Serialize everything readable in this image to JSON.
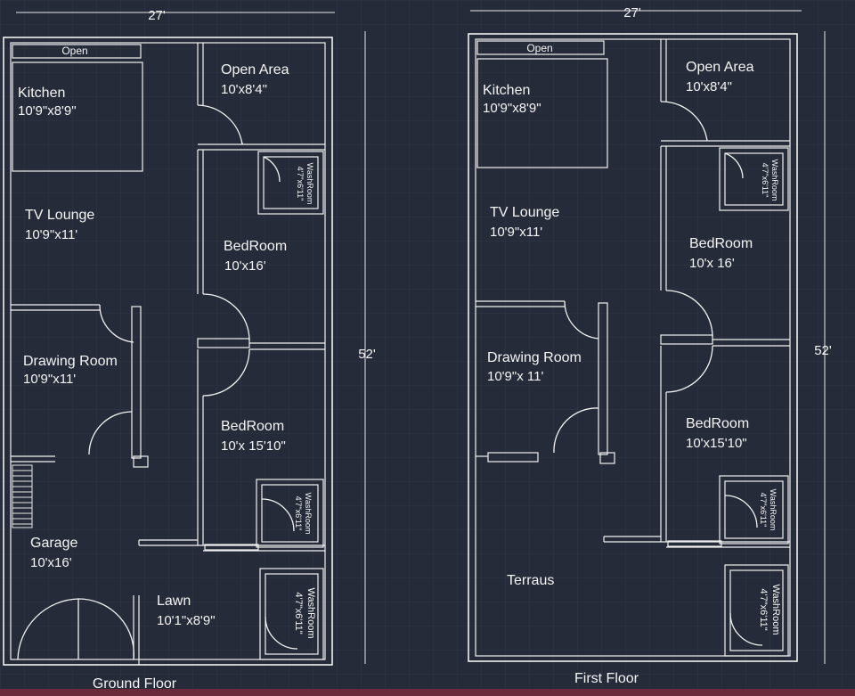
{
  "colors": {
    "background": "#252b38",
    "grid": "#2e3544",
    "lines": "#f2f2f2",
    "text": "#f4f4f4",
    "bottom_edge": "#6a2a3a"
  },
  "ground_floor": {
    "title": "Ground Floor",
    "width_dim": "27'",
    "height_dim": "52'",
    "open_label": "Open",
    "kitchen": {
      "name": "Kitchen",
      "size": "10'9\"x8'9\""
    },
    "open_area": {
      "name": "Open Area",
      "size": "10'x8'4\""
    },
    "washroom_top": {
      "name": "WashRoom",
      "size": "4'7\"x6'11\""
    },
    "tv_lounge": {
      "name": "TV Lounge",
      "size": "10'9\"x11'"
    },
    "bedroom1": {
      "name": "BedRoom",
      "size": "10'x16'"
    },
    "drawing": {
      "name": "Drawing Room",
      "size": "10'9\"x11'"
    },
    "bedroom2": {
      "name": "BedRoom",
      "size": "10'x 15'10\""
    },
    "washroom_mid": {
      "name": "WashRoom",
      "size": "4'7\"x6'11\""
    },
    "garage": {
      "name": "Garage",
      "size": "10'x16'"
    },
    "lawn": {
      "name": "Lawn",
      "size": "10'1\"x8'9\""
    },
    "washroom_bottom": {
      "name": "WashRoom",
      "size": "4'7\"x6'11\""
    }
  },
  "first_floor": {
    "title": "First Floor",
    "width_dim": "27'",
    "height_dim": "52'",
    "open_label": "Open",
    "kitchen": {
      "name": "Kitchen",
      "size": "10'9\"x8'9\""
    },
    "open_area": {
      "name": "Open Area",
      "size": "10'x8'4\""
    },
    "washroom_top": {
      "name": "WashRoom",
      "size": "4'7\"x6'11\""
    },
    "tv_lounge": {
      "name": "TV Lounge",
      "size": "10'9\"x11'"
    },
    "bedroom1": {
      "name": "BedRoom",
      "size": "10'x 16'"
    },
    "drawing": {
      "name": "Drawing Room",
      "size": "10'9\"x 11'"
    },
    "bedroom2": {
      "name": "BedRoom",
      "size": "10'x15'10\""
    },
    "washroom_mid": {
      "name": "WashRoom",
      "size": "4'7\"x6'11\""
    },
    "terrace": {
      "name": "Terraus"
    },
    "washroom_bottom": {
      "name": "WashRoom",
      "size": "4'7\"x6'11\""
    }
  }
}
